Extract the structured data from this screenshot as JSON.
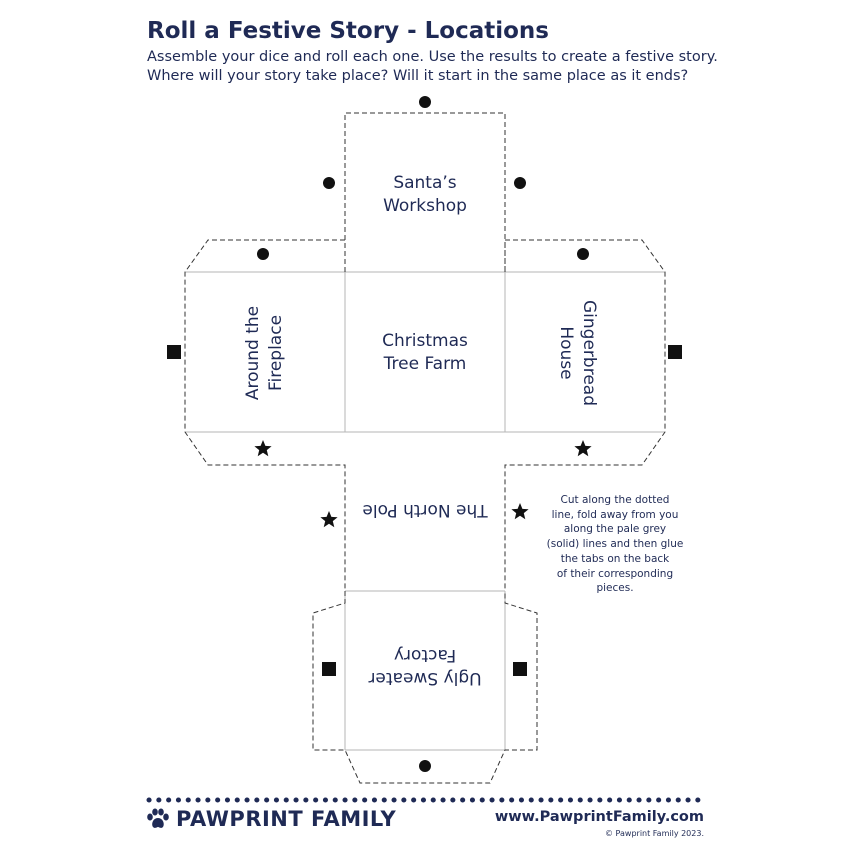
{
  "header": {
    "title": "Roll a Festive Story - Locations",
    "subtitle_line1": "Assemble your dice and roll each one. Use the results to create a festive story.",
    "subtitle_line2": "Where will your story take place? Will it start in the same place as it ends?"
  },
  "faces": {
    "top": {
      "line1": "Santa’s",
      "line2": "Workshop"
    },
    "center": {
      "line1": "Christmas",
      "line2": "Tree Farm"
    },
    "left": {
      "line1": "Around the",
      "line2": "Fireplace"
    },
    "right": {
      "line1": "Gingerbread",
      "line2": "House"
    },
    "lower": {
      "line1": "The North Pole"
    },
    "bottom": {
      "line1": "Ugly Sweater",
      "line2": "Factory"
    }
  },
  "instructions": {
    "lines": [
      "Cut along the dotted",
      "line, fold away from you",
      "along the pale grey",
      "(solid) lines and then glue",
      "the tabs on the back",
      "of their corresponding",
      "pieces."
    ]
  },
  "footer": {
    "brand_name": "PAWPRINT FAMILY",
    "website": "www.PawprintFamily.com",
    "copyright": "© Pawprint Family 2023."
  },
  "colors": {
    "navy": "#1f2a55",
    "fold_line": "#b5b5b5",
    "cut_line": "#333333",
    "marker": "#111111"
  },
  "icons": {
    "circle_marker": "circle-marker-icon",
    "square_marker": "square-marker-icon",
    "star_marker": "star-marker-icon",
    "paw": "paw-icon"
  }
}
